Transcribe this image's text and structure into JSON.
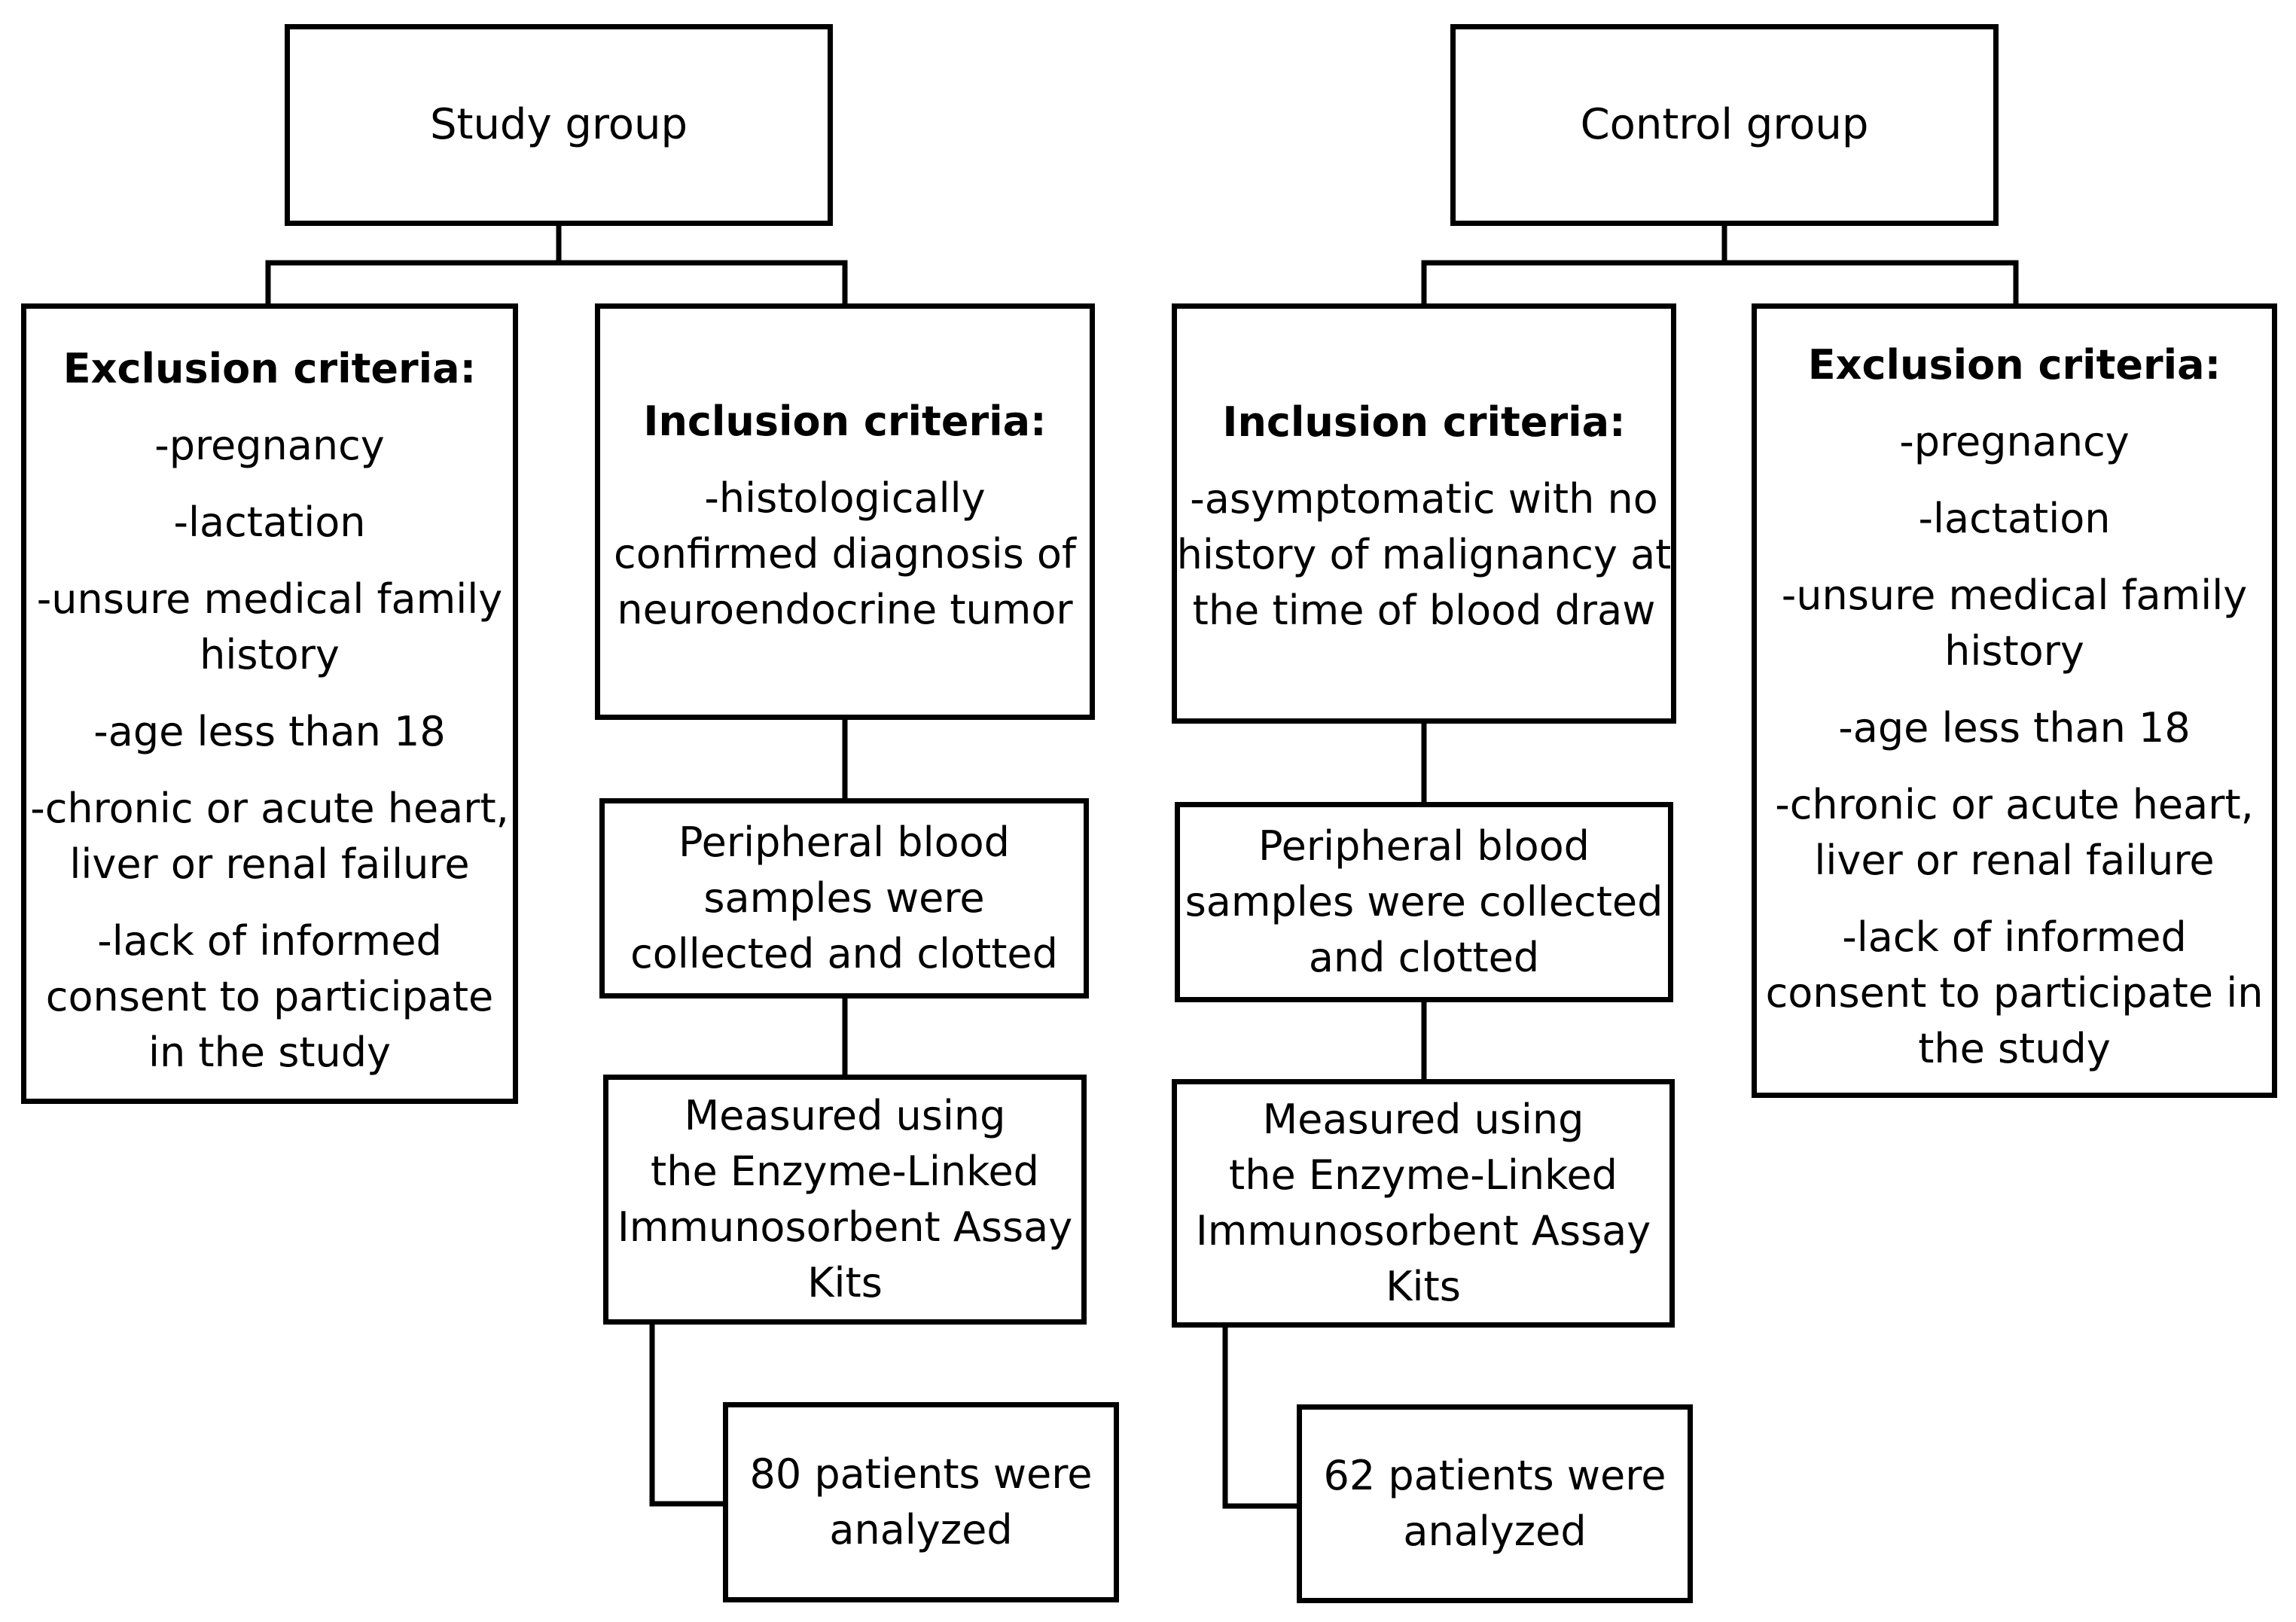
{
  "study": {
    "title": "Study group",
    "exclusion": {
      "heading": "Exclusion criteria:",
      "items": [
        [
          "-pregnancy"
        ],
        [
          "-lactation"
        ],
        [
          "-unsure medical family",
          "history"
        ],
        [
          "-age less than 18"
        ],
        [
          "-chronic or acute heart,",
          "liver or renal failure"
        ],
        [
          "-lack of informed",
          "consent to participate",
          "in the study"
        ]
      ]
    },
    "inclusion": {
      "heading": "Inclusion criteria:",
      "lines": [
        "-histologically",
        "confirmed diagnosis of",
        "neuroendocrine tumor"
      ]
    },
    "samples": {
      "lines": [
        "Peripheral blood",
        "samples were",
        "collected and clotted"
      ]
    },
    "measured": {
      "lines": [
        "Measured using",
        "the Enzyme-Linked",
        "Immunosorbent Assay",
        "Kits"
      ]
    },
    "result": {
      "lines": [
        "80 patients were",
        "analyzed"
      ]
    }
  },
  "control": {
    "title": "Control group",
    "exclusion": {
      "heading": "Exclusion criteria:",
      "items": [
        [
          "-pregnancy"
        ],
        [
          "-lactation"
        ],
        [
          "-unsure medical family",
          "history"
        ],
        [
          "-age less than 18"
        ],
        [
          "-chronic or acute heart,",
          "liver or renal failure"
        ],
        [
          "-lack of informed",
          "consent to participate in",
          "the study"
        ]
      ]
    },
    "inclusion": {
      "heading": "Inclusion criteria:",
      "lines": [
        "-asymptomatic with no",
        "history of malignancy at",
        "the time of blood draw"
      ]
    },
    "samples": {
      "lines": [
        "Peripheral blood",
        "samples were collected",
        "and clotted"
      ]
    },
    "measured": {
      "lines": [
        "Measured using",
        "the Enzyme-Linked",
        "Immunosorbent Assay",
        "Kits"
      ]
    },
    "result": {
      "lines": [
        "62 patients were",
        "analyzed"
      ]
    }
  }
}
